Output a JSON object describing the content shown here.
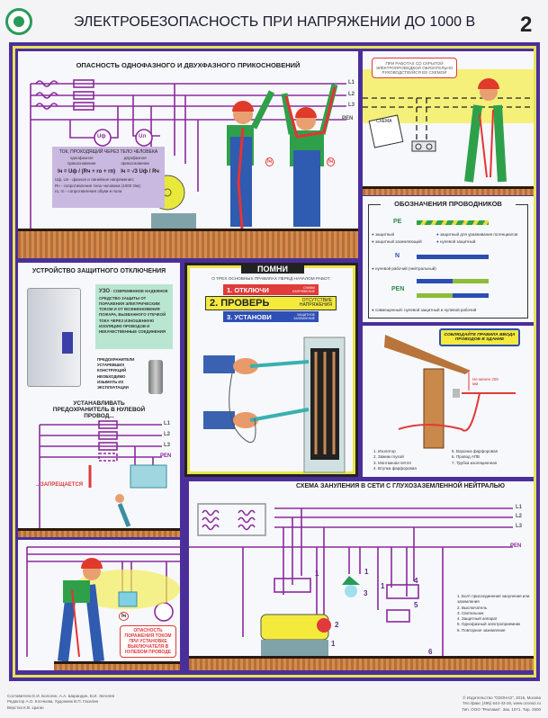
{
  "header": {
    "title": "ЭЛЕКТРОБЕЗОПАСНОСТЬ ПРИ НАПРЯЖЕНИИ ДО 1000 В",
    "sheet_number": "2"
  },
  "touch": {
    "title": "ОПАСНОСТЬ ОДНОФАЗНОГО И ДВУХФАЗНОГО ПРИКОСНОВЕНИЙ",
    "lines": [
      "L1",
      "L2",
      "L3",
      "PEN"
    ],
    "meters": [
      "Uф",
      "Uл"
    ],
    "current_labels": [
      "Iч",
      "Iч"
    ],
    "box": {
      "title": "ТОК, ПРОХОДЯЩИЙ ЧЕРЕЗ ТЕЛО ЧЕЛОВЕКА",
      "col1": "однофазное прикосновение",
      "col2": "двухфазное прикосновение",
      "f1": "Iч = Uф / (Rч + rо + rп)",
      "f2": "Iч = √3 Uф / Rч",
      "n1": "Uф, Uл - фазное и линейное напряжения;",
      "n2": "Rч - сопротивление тела человека (1000 Ом);",
      "n3": "rо, rп - сопротивления обуви и пола"
    }
  },
  "hidden": {
    "warning": "ПРИ РАБОТАХ СО СКРЫТОЙ ЭЛЕКТРОПРОВОДКОЙ ОБЯЗАТЕЛЬНО РУКОВОДСТВУЙСЯ ЕЕ СХЕМОЙ",
    "scheme": "СХЕМА"
  },
  "conductors": {
    "title": "ОБОЗНАЧЕНИЯ ПРОВОДНИКОВ",
    "pe": "PE",
    "pe_items": [
      "защитный",
      "защитный для уравнивания потенциалов",
      "защитный заземляющий",
      "нулевой защитный"
    ],
    "n": "N",
    "n_items": [
      "нулевой рабочий (нейтральный)"
    ],
    "pen": "PEN",
    "pen_items": [
      "совмещенный: нулевой защитный и нулевой рабочий"
    ]
  },
  "rcd": {
    "title": "УСТРОЙСТВО ЗАЩИТНОГО ОТКЛЮЧЕНИЯ",
    "lead": "УЗО",
    "text": " - СОВРЕМЕННОЕ НАДЕЖНОЕ СРЕДСТВО ЗАЩИТЫ ОТ ПОРАЖЕНИЯ ЭЛЕКТРИЧЕСКИМ ТОКОМ И ОТ ВОЗНИКНОВЕНИЯ ПОЖАРА, ВЫЗВАННОГО УТЕЧКОЙ ТОКА ЧЕРЕЗ ИЗНОШЕННУЮ ИЗОЛЯЦИЮ ПРОВОДОВ И НЕКАЧЕСТВЕННЫЕ СОЕДИНЕНИЯ",
    "fuses": "ПРЕДОХРАНИТЕЛИ УСТАРЕВШИХ КОНСТРУКЦИЙ НЕОБХОДИМО ИЗЫМАТЬ ИЗ ЭКСПЛУАТАЦИИ"
  },
  "fuse_neutral": {
    "title": "УСТАНАВЛИВАТЬ ПРЕДОХРАНИТЕЛЬ В НУЛЕВОЙ ПРОВОД...",
    "forbidden": "...ЗАПРЕЩАЕТСЯ",
    "lines": [
      "L1",
      "L2",
      "L3",
      "PEN"
    ]
  },
  "remember": {
    "title": "ПОМНИ",
    "subtitle": "О ТРЕХ ОСНОВНЫХ ПРАВИЛАХ ПЕРЕД НАЧАЛОМ РАБОТ:",
    "rules": [
      {
        "main": "1. ОТКЛЮЧИ",
        "note": "СНИМИ НАПРЯЖЕНИЕ",
        "color": "#e03a3a"
      },
      {
        "main": "2. ПРОВЕРЬ",
        "note": "ОТСУТСТВИЕ НАПРЯЖЕНИЯ",
        "color": "#f3ea3c"
      },
      {
        "main": "3. УСТАНОВИ",
        "note": "ЗАЩИТНОЕ ЗАЗЕМЛЕНИЕ",
        "color": "#2e4fb5"
      }
    ]
  },
  "entry": {
    "banner": "СОБЛЮДАЙТЕ ПРАВИЛА ВВОДА ПРОВОДОВ В ЗДАНИЕ",
    "distance": "Не менее 200 мм",
    "legend": [
      "1. Изолятор",
      "2. Зажим глухой",
      "3. Монтажная петля",
      "4. Втулка фарфоровая",
      "5. Воронка фарфоровая",
      "6. Провод АПВ",
      "7. Трубка изоляционная"
    ]
  },
  "switch": {
    "warning": "ОПАСНОСТЬ ПОРАЖЕНИЯ ТОКОМ ПРИ УСТАНОВКЕ ВЫКЛЮЧАТЕЛЯ В НУЛЕВОМ ПРОВОДЕ",
    "current": "Iч"
  },
  "zeroing": {
    "title": "СХЕМА ЗАНУЛЕНИЯ В СЕТИ С ГЛУХОЗАЗЕМЛЕННОЙ НЕЙТРАЛЬЮ",
    "lines": [
      "L1",
      "L2",
      "L3",
      "PEN"
    ],
    "legend": [
      "1. Болт присоединения зануления или заземления",
      "2. Выключатель",
      "3. Светильник",
      "4. Защитный аппарат",
      "5. Однофазный электроприемник",
      "6. Повторное заземление"
    ],
    "marks": [
      "1",
      "1",
      "1",
      "1",
      "2",
      "3",
      "4",
      "5",
      "6"
    ]
  },
  "footer": {
    "credits": [
      "Составители Е.И. Бологин, А.А. Шарандин, В.И. Энгелев",
      "Редактор А.О. Клочкова, Художник В.П. Гасилин",
      "Верстка К.В. Цыган"
    ],
    "publisher": [
      "© Издательство \"ОЗОНАЗ\", 2016, Москва",
      "Тел./факс (495) 644-43-26, www.ozonaz.ru",
      "Тип. ООО \"Реклама\". Зак. 1071. Тир. 2500"
    ]
  }
}
